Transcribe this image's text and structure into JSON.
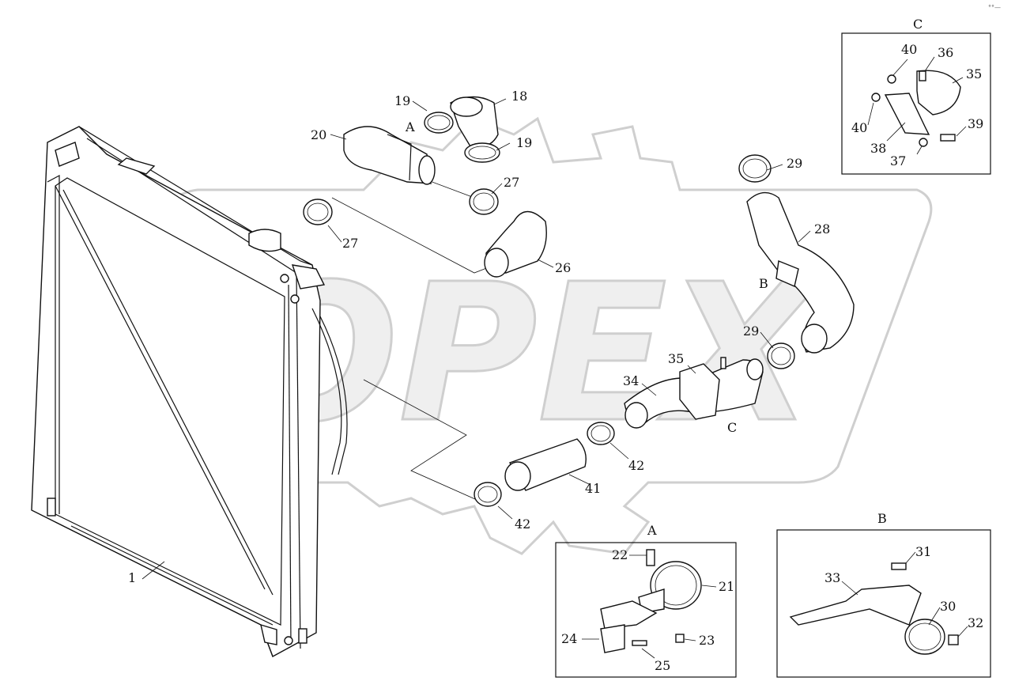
{
  "watermark": "OPEX",
  "views": {
    "A": "A",
    "B": "B",
    "C": "C"
  },
  "callouts": {
    "p1": "1",
    "p18": "18",
    "p19a": "19",
    "p19b": "19",
    "p20": "20",
    "p21": "21",
    "p22": "22",
    "p23": "23",
    "p24": "24",
    "p25": "25",
    "p26": "26",
    "p27a": "27",
    "p27b": "27",
    "p28": "28",
    "p29a": "29",
    "p29b": "29",
    "p30": "30",
    "p31": "31",
    "p32": "32",
    "p33": "33",
    "p34": "34",
    "p35a": "35",
    "p35b": "35",
    "p36": "36",
    "p37": "37",
    "p38": "38",
    "p39": "39",
    "p40a": "40",
    "p40b": "40",
    "p41": "41",
    "p42a": "42",
    "p42b": "42"
  },
  "labels": {
    "pipeA": "A",
    "bracketB": "B",
    "bracketC": "C"
  },
  "corner_mark": "°°—"
}
